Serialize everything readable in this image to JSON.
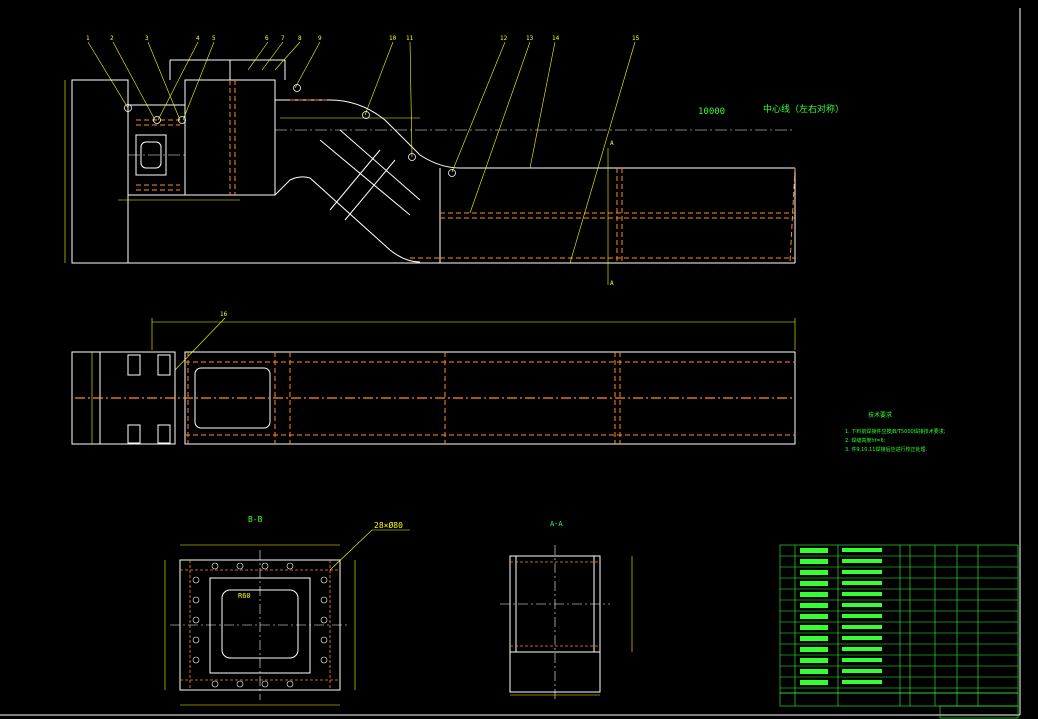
{
  "drawing": {
    "centerline_label": "中心线（左右对称）",
    "dimension_top": "10000",
    "section_bb_title": "B-B",
    "section_aa_title": "A-A",
    "hole_callout": "28×Ø80",
    "opening_label": "R60",
    "tech_notes_title": "技术要求",
    "tech_notes": [
      "1. 下料前焊接件应按JB/T5000焊接技术要求;",
      "2. 焊缝高度hf=6;",
      "3. 件9,10,11焊接后应进行校正处理."
    ],
    "balloons": [
      "1",
      "2",
      "3",
      "4",
      "5",
      "6",
      "7",
      "8",
      "9",
      "10",
      "11",
      "12",
      "13",
      "14",
      "15",
      "16"
    ],
    "section_marker": "A"
  },
  "colors": {
    "outline": "#ffffff",
    "hidden": "#ff8c1a",
    "dimension": "#ffff00",
    "text": "#33ff33",
    "frame": "#ffffff"
  }
}
